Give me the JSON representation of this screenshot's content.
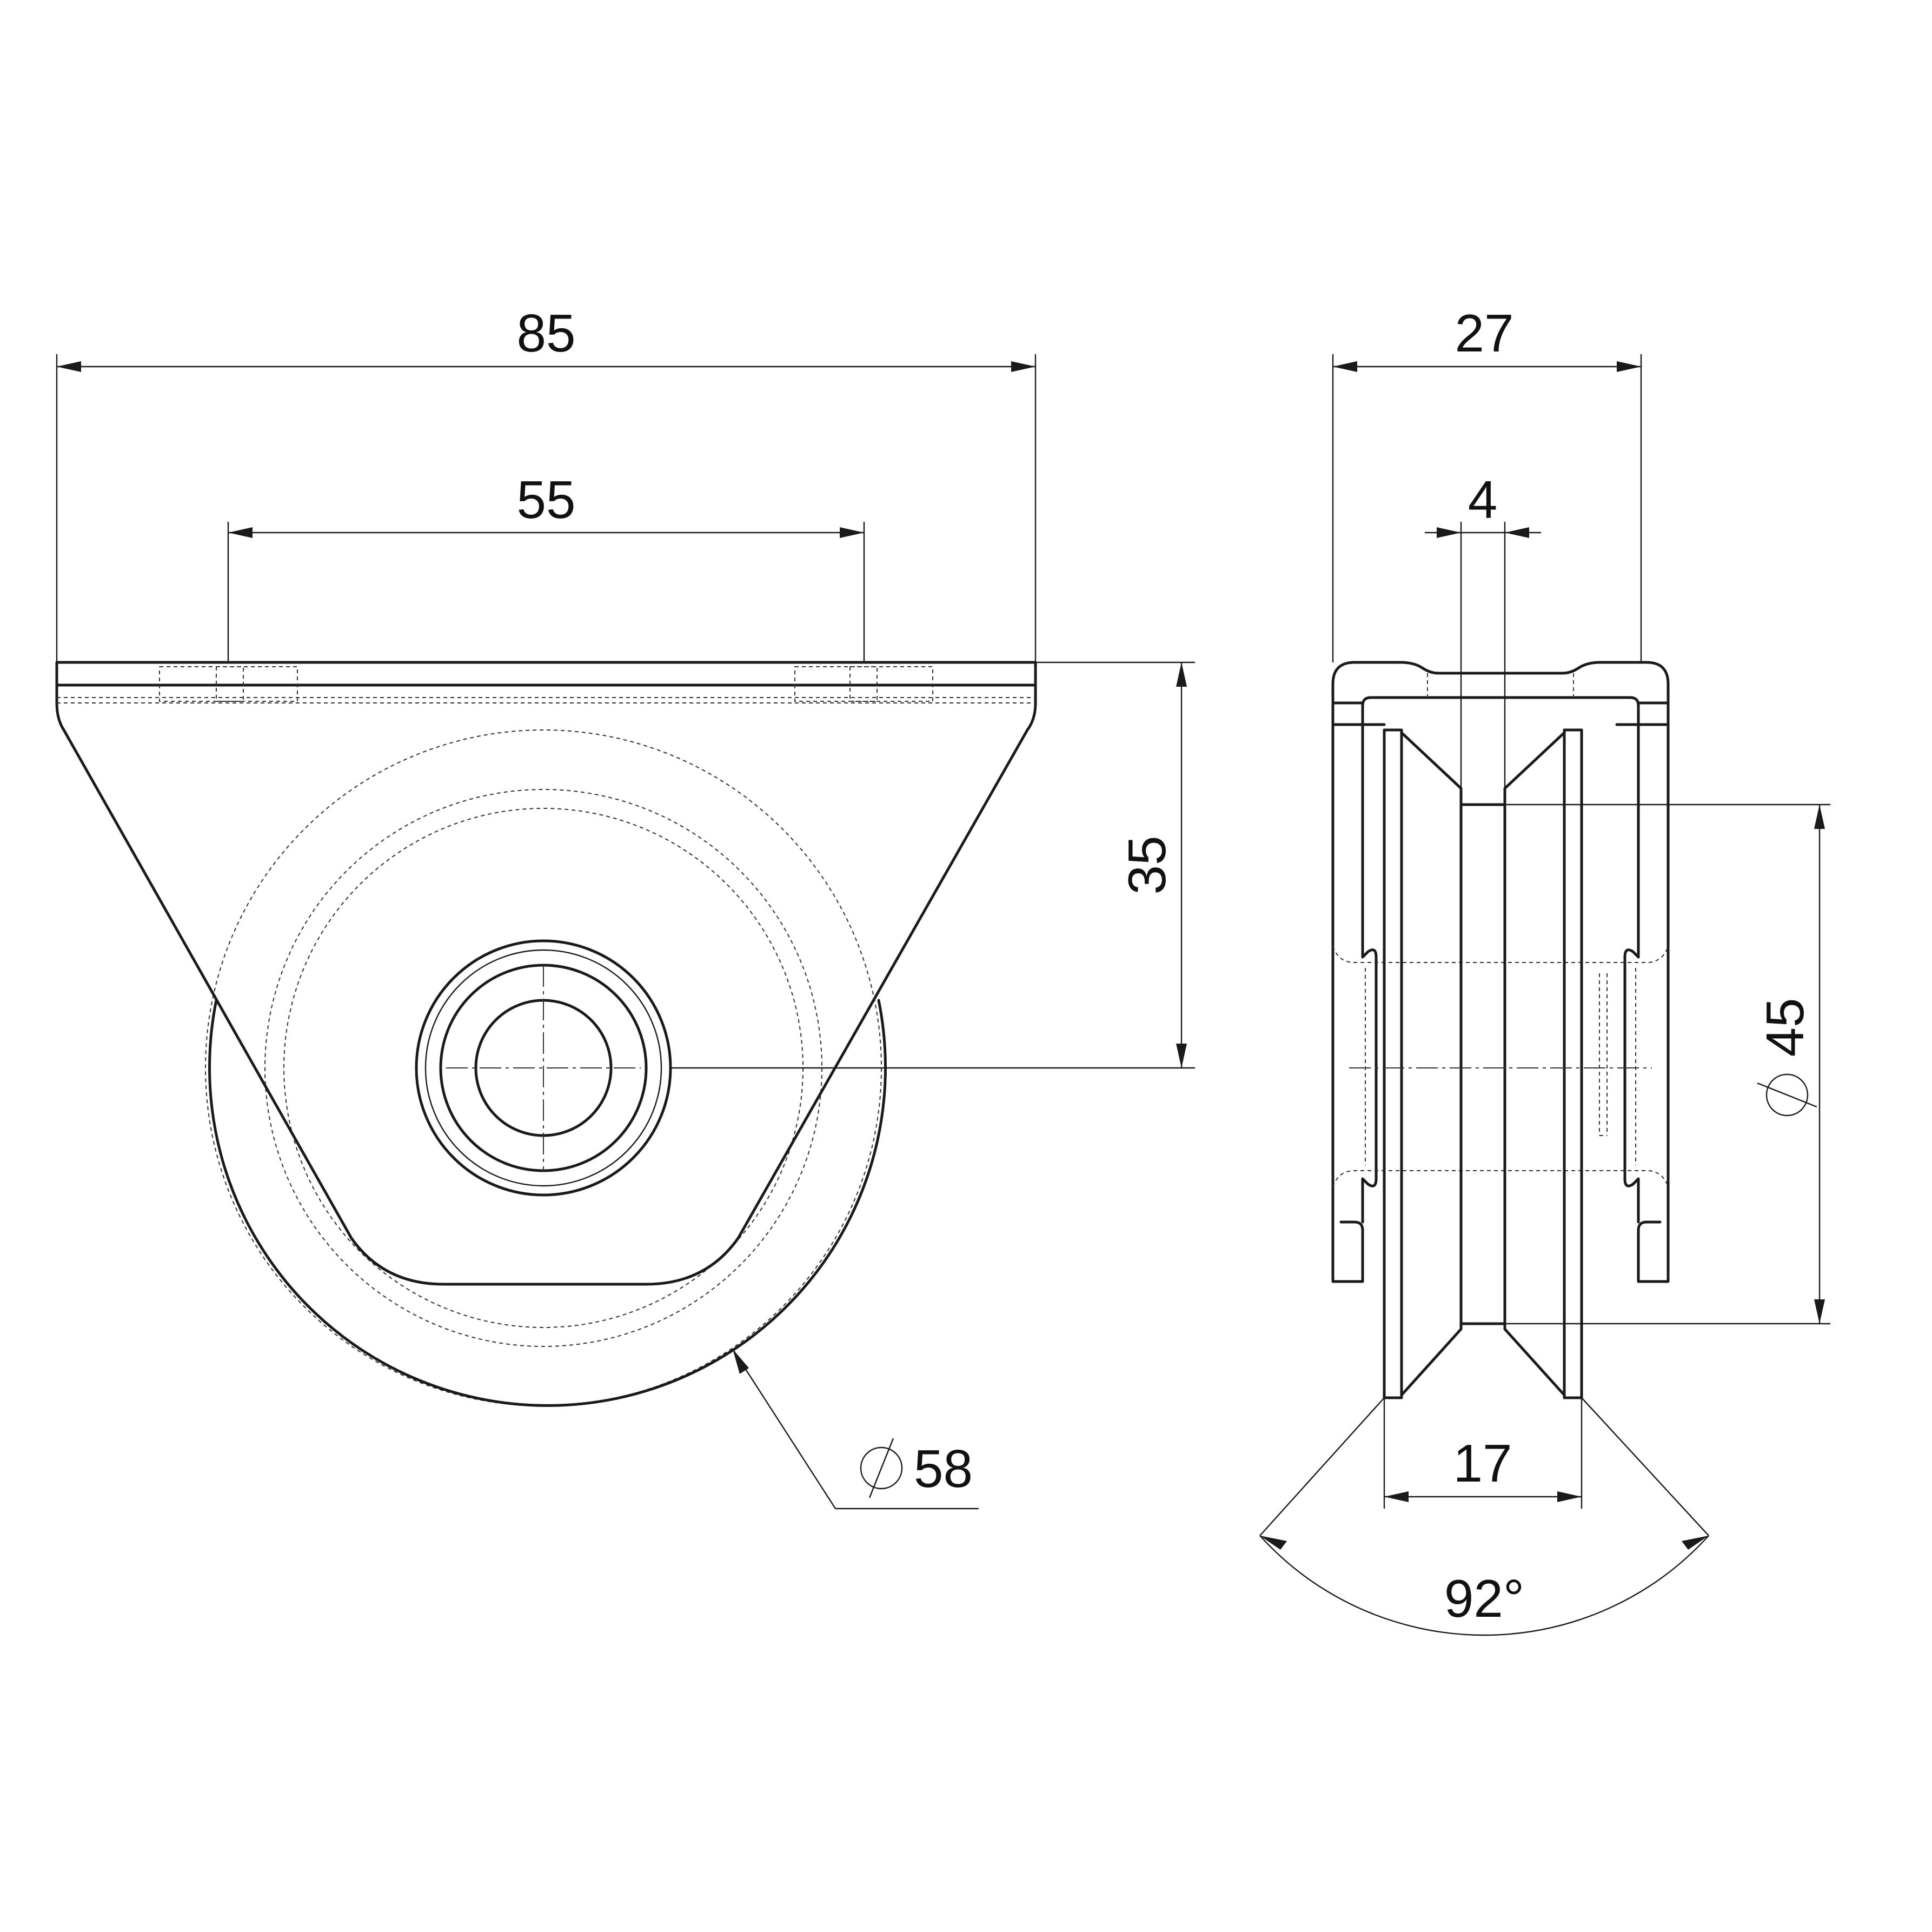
{
  "dimensions": {
    "front_width": "85",
    "hole_spacing": "55",
    "axle_height": "35",
    "wheel_diameter": "58",
    "side_width": "27",
    "groove_bottom": "4",
    "groove_diameter": "45",
    "wheel_width": "17",
    "groove_angle": "92°"
  },
  "symbols": {
    "diameter": "diameter-symbol"
  }
}
